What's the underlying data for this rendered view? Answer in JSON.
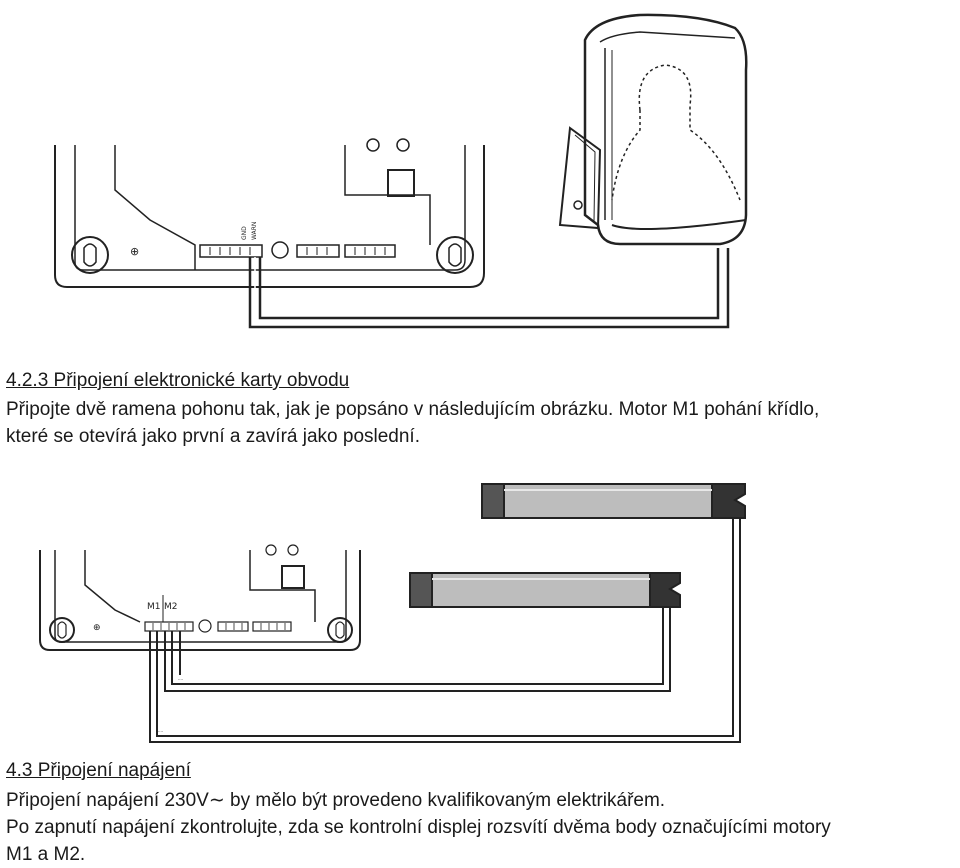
{
  "diagram1": {
    "terminal_labels": [
      "GND",
      "WARN"
    ]
  },
  "section_4_2_3": {
    "heading": "4.2.3 Připojení elektronické karty obvodu",
    "line1": "Připojte dvě ramena pohonu tak, jak je popsáno v následujícím obrázku. Motor M1 pohání křídlo,",
    "line2": "které se otevírá jako první a zavírá jako poslední."
  },
  "diagram2": {
    "terminal_labels": [
      "M1",
      "M2"
    ]
  },
  "section_4_3": {
    "heading": "4.3 Připojení napájení",
    "line1": "Připojení napájení 230V∼ by mělo být provedeno kvalifikovaným elektrikářem.",
    "line2": "Po zapnutí napájení zkontrolujte, zda se kontrolní displej rozsvítí dvěma body označujícími motory",
    "line3": "M1 a M2."
  }
}
